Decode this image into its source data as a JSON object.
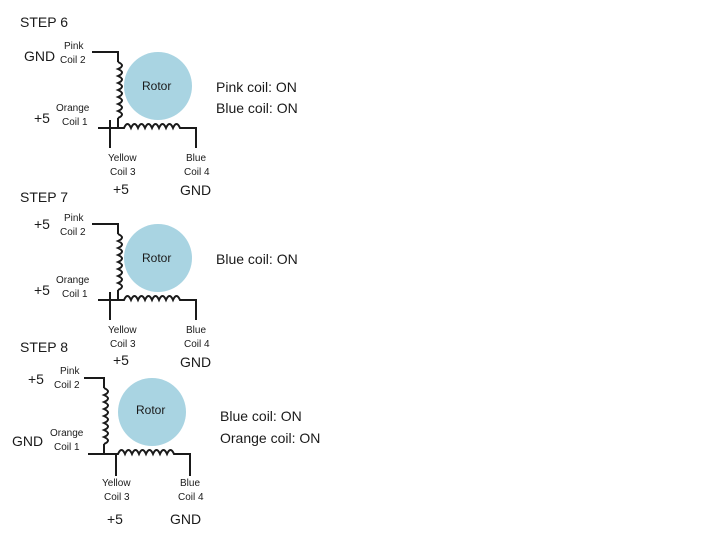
{
  "rotor_color": "#a9d4e2",
  "panels": [
    {
      "step": "STEP 6",
      "pink_side": "GND",
      "pink_name": "Pink",
      "pink_coil": "Coil 2",
      "orange_side": "+5",
      "orange_name": "Orange",
      "orange_coil": "Coil 1",
      "rotor": "Rotor",
      "status": [
        "Pink coil: ON",
        "Blue coil: ON"
      ],
      "yellow_name": "Yellow",
      "yellow_coil": "Coil 3",
      "yellow_side": "+5",
      "blue_name": "Blue",
      "blue_coil": "Coil 4",
      "blue_side": "GND"
    },
    {
      "step": "STEP 7",
      "pink_side": "+5",
      "pink_name": "Pink",
      "pink_coil": "Coil 2",
      "orange_side": "+5",
      "orange_name": "Orange",
      "orange_coil": "Coil 1",
      "rotor": "Rotor",
      "status": [
        "Blue coil: ON"
      ],
      "yellow_name": "Yellow",
      "yellow_coil": "Coil 3",
      "yellow_side": "+5",
      "blue_name": "Blue",
      "blue_coil": "Coil 4",
      "blue_side": "GND"
    },
    {
      "step": "STEP 8",
      "pink_side": "+5",
      "pink_name": "Pink",
      "pink_coil": "Coil 2",
      "orange_side": "GND",
      "orange_name": "Orange",
      "orange_coil": "Coil 1",
      "rotor": "Rotor",
      "status": [
        "Blue coil: ON",
        "Orange coil: ON"
      ],
      "yellow_name": "Yellow",
      "yellow_coil": "Coil 3",
      "yellow_side": "+5",
      "blue_name": "Blue",
      "blue_coil": "Coil 4",
      "blue_side": "GND"
    }
  ]
}
